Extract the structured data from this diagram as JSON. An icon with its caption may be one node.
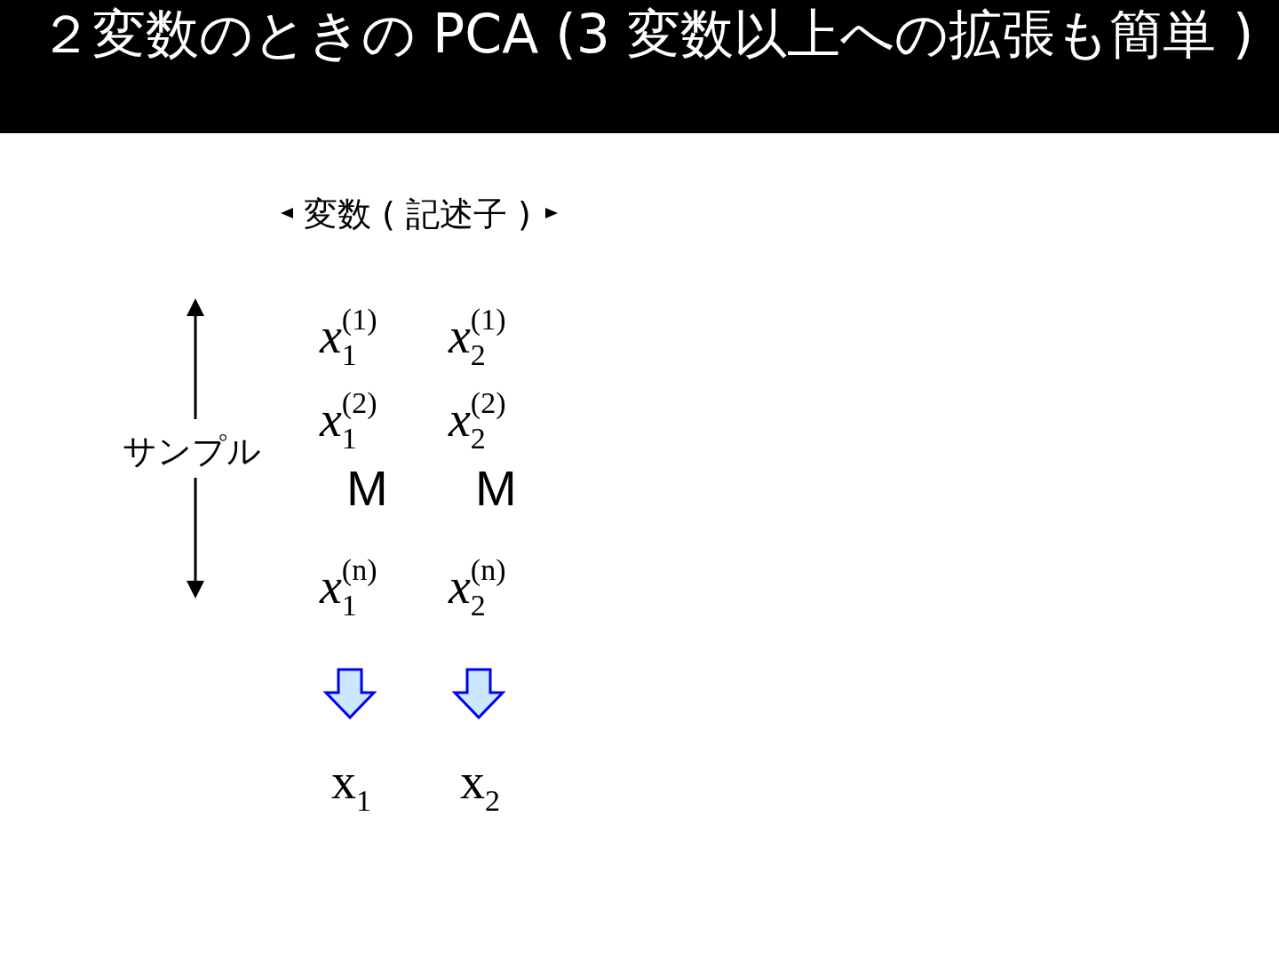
{
  "diagram": {
    "title": "２変数のときの PCA (3 変数以上への拡張も簡単 )",
    "nodes": [
      {
        "text": [
          "*x*$_{1}$$^{(1)}$",
          "*x*$_{1}$$^{(2)}$",
          "M",
          "*x*$_{1}$$^{(n)}$"
        ]
      },
      {
        "text": [
          "*x*$_{2}$$^{(1)}$",
          "*x*$_{2}$$^{(2)}$",
          "M",
          "*x*$_{2}$$^{(n)}$"
        ]
      },
      {
        "text": [
          "x$_{1}$"
        ]
      },
      {
        "text": [
          "x$_{2}$"
        ]
      }
    ],
    "edges": [
      {
        "from": 0,
        "to": 2,
        "arrow": "to",
        "color": "#0000ee"
      },
      {
        "from": 1,
        "to": 3,
        "arrow": "to",
        "color": "#0000ee"
      }
    ],
    "labels": [
      "変数 ( 記述子 )",
      "サンプル"
    ]
  }
}
